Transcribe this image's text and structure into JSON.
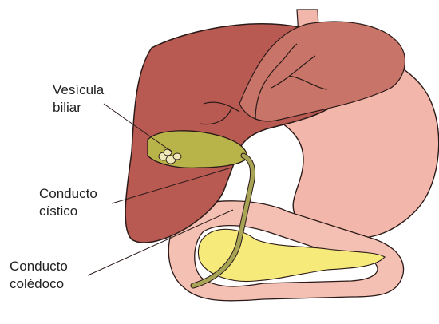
{
  "labels": {
    "gallbladder": [
      "Vesícula",
      "biliar"
    ],
    "cystic_duct": [
      "Conducto",
      "cístico"
    ],
    "common_bile_duct": [
      "Conducto",
      "colédoco"
    ]
  },
  "colors": {
    "liver": "#b85a52",
    "liver_light": "#c97468",
    "stomach": "#f2b7aa",
    "intestine": "#f4c0b3",
    "gallbladder": "#b9b44a",
    "duct": "#a8a455",
    "pancreas": "#f5ea7a",
    "outline": "#2b1a18"
  }
}
